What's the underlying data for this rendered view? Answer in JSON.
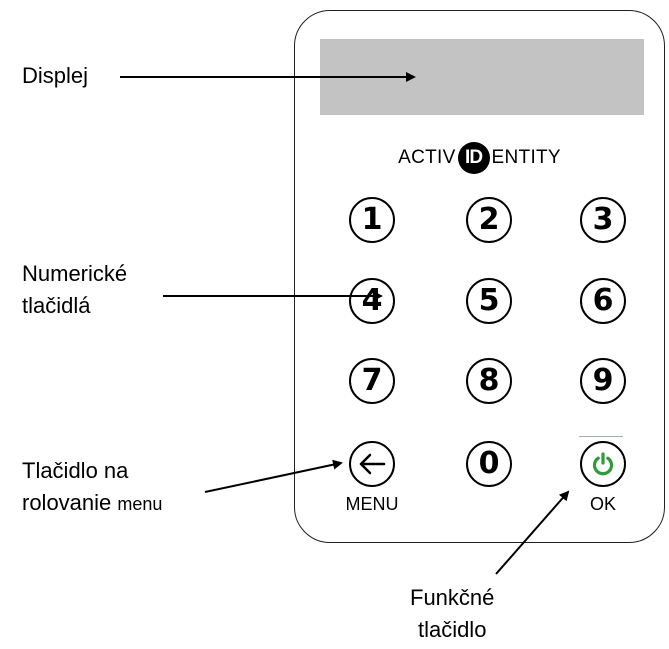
{
  "labels": {
    "display": "Displej",
    "numeric_line1": "Numerické",
    "numeric_line2": "tlačidlá",
    "scroll_line1": "Tlačidlo na",
    "scroll_line2": "rolovanie",
    "scroll_menu_word": "menu",
    "function_line1": "Funkčné",
    "function_line2": "tlačidlo"
  },
  "brand": {
    "prefix": "ACTIV",
    "badge": "ID",
    "suffix": "ENTITY"
  },
  "keys": {
    "k1": "1",
    "k2": "2",
    "k3": "3",
    "k4": "4",
    "k5": "5",
    "k6": "6",
    "k7": "7",
    "k8": "8",
    "k9": "9",
    "k0": "0",
    "menu_label": "MENU",
    "ok_label": "OK"
  },
  "icons": {
    "back": "left-arrow-icon",
    "power": "power-icon"
  },
  "colors": {
    "display": "#c3c3c3",
    "power": "#2e9a3a"
  }
}
